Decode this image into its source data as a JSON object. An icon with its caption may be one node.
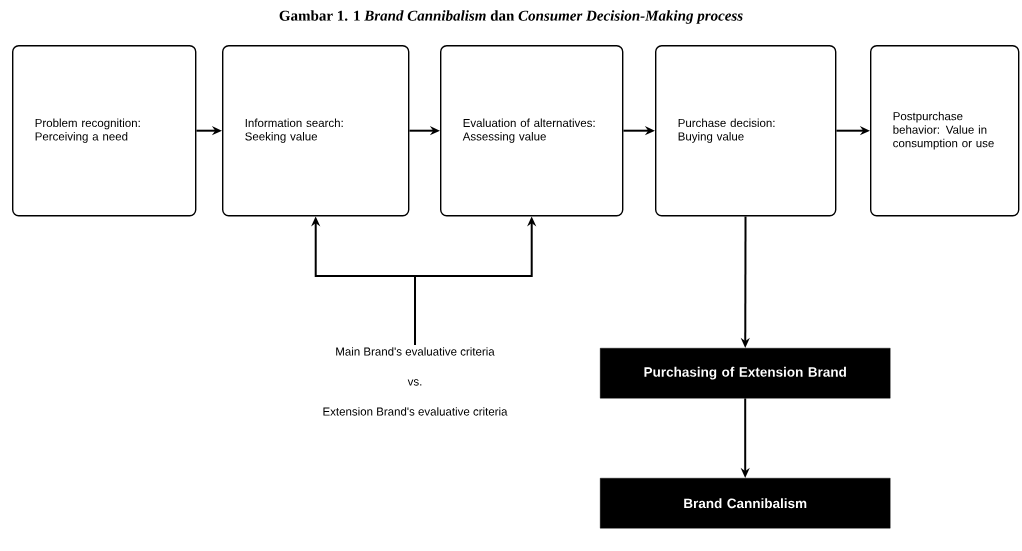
{
  "diagram": {
    "title": "Gambar 1. 1 *Brand Cannibalism* dan *Consumer Decision-Making process*",
    "nodes": [
      {
        "text": [
          "Problem recognition: Perceiving a need"
        ]
      },
      {
        "text": [
          "Information search: Seeking value"
        ]
      },
      {
        "text": [
          "Evaluation of alternatives: Assessing value"
        ]
      },
      {
        "text": [
          "Purchase decision: Buying value"
        ]
      },
      {
        "text": [
          "Postpurchase behavior: Value in consumption or use"
        ]
      },
      {
        "text": [
          "Main Brand's evaluative criteria",
          "vs.",
          "Extension Brand's evaluative criteria"
        ]
      },
      {
        "text": [
          "Purchasing of Extension Brand"
        ]
      },
      {
        "text": [
          "Brand Cannibalism"
        ]
      }
    ],
    "edges": [
      {
        "from": 0,
        "to": 1,
        "arrow": "to"
      },
      {
        "from": 1,
        "to": 2,
        "arrow": "to"
      },
      {
        "from": 2,
        "to": 3,
        "arrow": "to"
      },
      {
        "from": 3,
        "to": 4,
        "arrow": "to"
      },
      {
        "from": 5,
        "to": 1,
        "arrow": "to"
      },
      {
        "from": 5,
        "to": 2,
        "arrow": "to"
      },
      {
        "from": 3,
        "to": 6,
        "arrow": "to"
      },
      {
        "from": 6,
        "to": 7,
        "arrow": "to"
      }
    ]
  }
}
